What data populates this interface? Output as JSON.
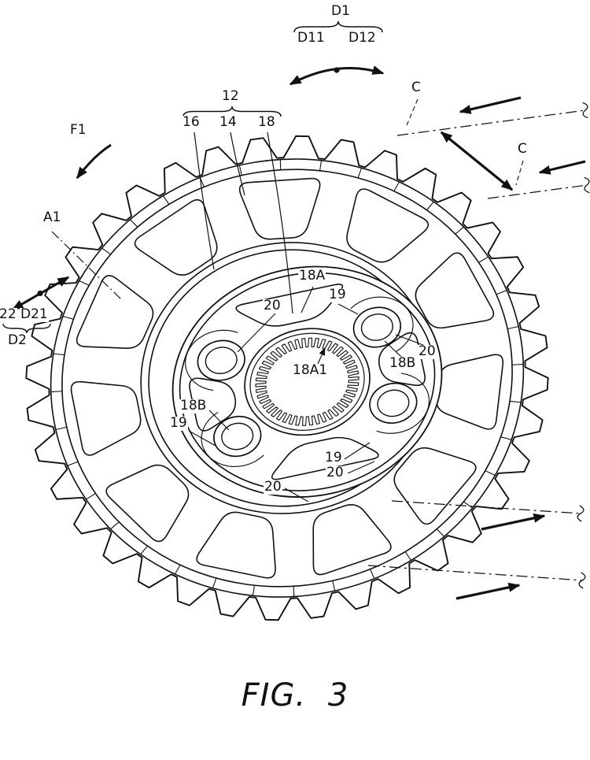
{
  "figure": {
    "caption": "FIG. 3"
  },
  "labels": {
    "d1": "D1",
    "d11": "D11",
    "d12": "D12",
    "n12": "12",
    "n16": "16",
    "n14": "14",
    "n18": "18",
    "f1": "F1",
    "c_upper": "C",
    "c_lower": "C",
    "a1": "A1",
    "n22": "22",
    "d21": "D21",
    "d2": "D2",
    "n18a": "18A",
    "n19_top": "19",
    "n20_topleft": "20",
    "n18a1": "18A1",
    "n18b_right": "18B",
    "n20_right": "20",
    "n18b_left": "18B",
    "n19_left": "19",
    "n19_bottom": "19",
    "n20_bottom": "20",
    "n20_bottomleft": "20"
  }
}
